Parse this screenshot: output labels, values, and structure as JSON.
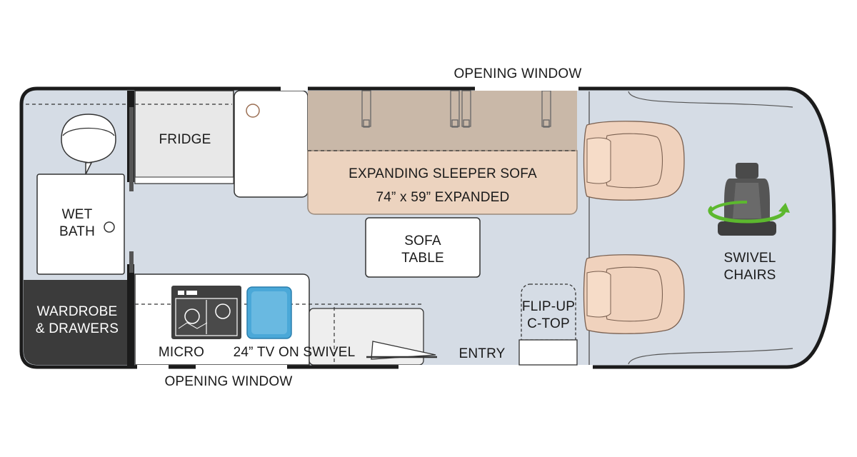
{
  "labels": {
    "opening_window_top": "OPENING WINDOW",
    "opening_window_bottom": "OPENING WINDOW",
    "fridge": "FRIDGE",
    "wet_bath_1": "WET",
    "wet_bath_2": "BATH",
    "wardrobe_1": "WARDROBE",
    "wardrobe_2": "& DRAWERS",
    "sofa_1": "EXPANDING SLEEPER SOFA",
    "sofa_2": "74” x 59” EXPANDED",
    "sofa_table_1": "SOFA",
    "sofa_table_2": "TABLE",
    "flip_up_1": "FLIP-UP",
    "flip_up_2": "C-TOP",
    "micro": "MICRO",
    "tv": "24” TV ON SWIVEL",
    "entry": "ENTRY",
    "swivel_1": "SWIVEL",
    "swivel_2": "CHAIRS"
  },
  "icons": {
    "toilet": "toilet-icon",
    "cooktop": "cooktop-icon",
    "sink": "sink-icon",
    "swivel_seat": "swivel-seat-icon",
    "chair": "armchair-icon",
    "seatbelt": "seatbelt-icon"
  },
  "colors": {
    "floor": "#d5dce5",
    "outline": "#1b1b1b",
    "sofa_back": "#c9b8a8",
    "sofa_seat": "#ecd3bf",
    "chair": "#f0d2bd",
    "wardrobe": "#3a3a3a",
    "counter": "#ffffff",
    "fridge": "#e6e6e6",
    "sink": "#4aa8d8",
    "swivel_arrow": "#5cb82e"
  }
}
